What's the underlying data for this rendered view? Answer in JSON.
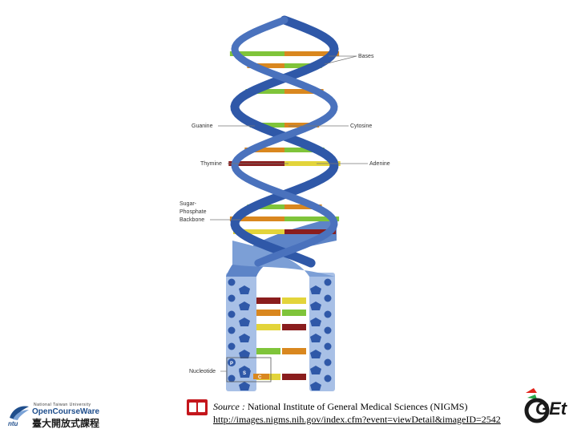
{
  "labels": {
    "bases": "Bases",
    "guanine": "Guanine",
    "cytosine": "Cytosine",
    "thymine": "Thymine",
    "adenine": "Adenine",
    "backbone_line1": "Sugar-",
    "backbone_line2": "Phosphate",
    "backbone_line3": "Backbone",
    "nucleotide": "Nucleotide"
  },
  "nucleotide_letters": {
    "phosphate": "P",
    "sugar": "S",
    "base": "C"
  },
  "helix_pairs": [
    {
      "left": "G",
      "right": "C"
    },
    {
      "left": "C",
      "right": "G"
    },
    {
      "left": "A",
      "right": "T"
    },
    {
      "left": "G",
      "right": "C"
    },
    {
      "left": "G",
      "right": "C"
    },
    {
      "left": "A",
      "right": "T"
    },
    {
      "left": "C",
      "right": "G"
    },
    {
      "left": "T",
      "right": "A"
    },
    {
      "left": "A",
      "right": "T"
    },
    {
      "left": "G",
      "right": "C"
    },
    {
      "left": "C",
      "right": "G"
    },
    {
      "left": "A",
      "right": "T"
    }
  ],
  "colors": {
    "backbone": "#2f58a8",
    "backbone_light": "#5d84c7",
    "ladder_bg": "#a8c0e6",
    "G": "#7fc43a",
    "C": "#d9871f",
    "A": "#e3d43a",
    "T": "#8a1d1d"
  },
  "footer": {
    "source_label": "Source :",
    "source_text": "National Institute of General Medical Sciences (NIGMS)",
    "source_url": "http://images.nigms.nih.gov/index.cfm?event=viewDetail&imageID=2542",
    "ntu_university": "National Taiwan University",
    "ntu_ocw": "OpenCourseWare",
    "ntu_chinese": "臺大開放式課程",
    "ntu_short": "ntu",
    "get_logo_text": "GEt"
  }
}
